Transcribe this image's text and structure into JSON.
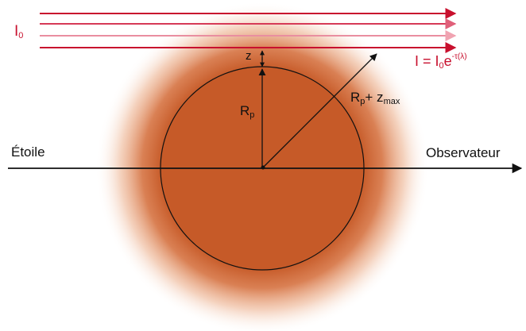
{
  "colors": {
    "planet": "#c65a28",
    "atmosphere": "#d2692e",
    "rays": "#c8102e",
    "ink": "#111111"
  },
  "labels": {
    "incident_base": "I",
    "incident_sub": "0",
    "emergent_lhs": "I = I",
    "emergent_sub": "0",
    "emergent_e": "e",
    "emergent_exp": "-τ(λ)",
    "z": "z",
    "rp_base": "R",
    "rp_sub": "p",
    "rpz_base": "R",
    "rpz_sub": "p",
    "rpz_plus": "+ z",
    "rpz_max": "max",
    "star": "Étoile",
    "observer": "Observateur"
  }
}
